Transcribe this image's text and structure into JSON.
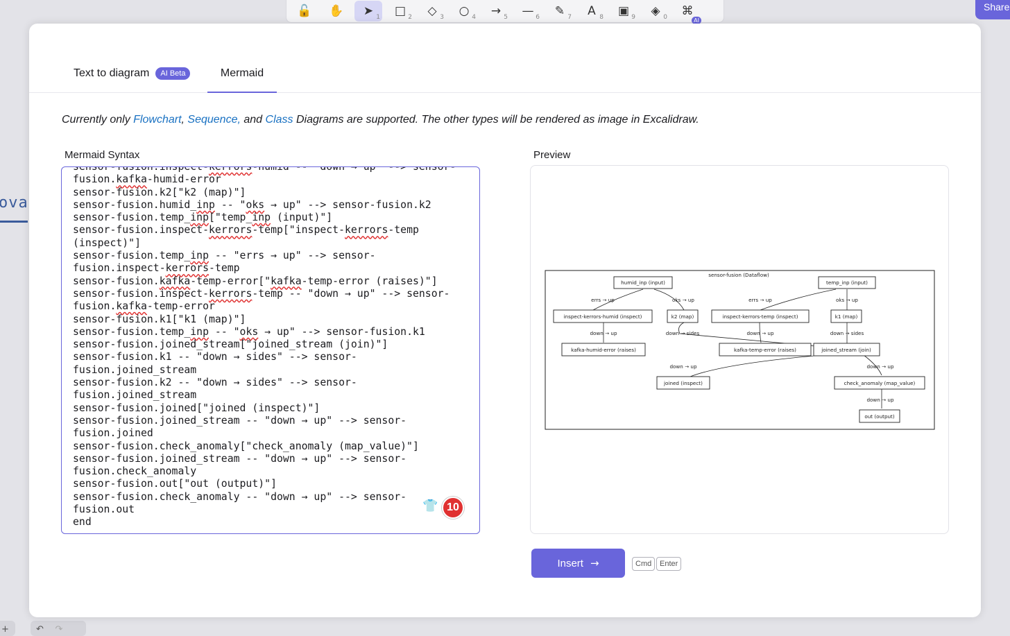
{
  "toolbar": {
    "tools": [
      {
        "name": "lock",
        "icon": "🔓",
        "key": ""
      },
      {
        "name": "hand",
        "icon": "✋",
        "key": ""
      },
      {
        "name": "selection",
        "icon": "➤",
        "key": "1"
      },
      {
        "name": "rectangle",
        "icon": "□",
        "key": "2"
      },
      {
        "name": "diamond",
        "icon": "◇",
        "key": "3"
      },
      {
        "name": "ellipse",
        "icon": "○",
        "key": "4"
      },
      {
        "name": "arrow",
        "icon": "→",
        "key": "5"
      },
      {
        "name": "line",
        "icon": "—",
        "key": "6"
      },
      {
        "name": "draw",
        "icon": "✎",
        "key": "7"
      },
      {
        "name": "text",
        "icon": "A",
        "key": "8"
      },
      {
        "name": "image",
        "icon": "▣",
        "key": "9"
      },
      {
        "name": "eraser",
        "icon": "◈",
        "key": "0"
      },
      {
        "name": "more",
        "icon": "⌘",
        "key": ""
      }
    ],
    "ai_badge": "AI",
    "share_label": "Share"
  },
  "canvas": {
    "text_fragment": "ovat"
  },
  "bottom": {
    "undo": "↶",
    "redo": "↷",
    "zoom": "+"
  },
  "modal": {
    "tab_text_to_diagram": "Text to diagram",
    "tab_ai_badge": "AI Beta",
    "tab_mermaid": "Mermaid",
    "notice": {
      "prefix": "Currently only ",
      "flowchart": "Flowchart",
      "sep1": ", ",
      "sequence": "Sequence,",
      "and": " and ",
      "class": "Class",
      "suffix": " Diagrams are supported. The other types will be rendered as image in Excalidraw."
    },
    "syntax_label": "Mermaid Syntax",
    "preview_label": "Preview",
    "insert_label": "Insert",
    "insert_arrow": "→",
    "kbd_cmd": "Cmd",
    "kbd_enter": "Enter",
    "badge_count": "10",
    "code_lines": [
      "sensor-fusion.inspect-kerrors-humid -- \"down → up\" --> sensor-",
      "fusion.kafka-humid-error",
      "sensor-fusion.k2[\"k2 (map)\"]",
      "sensor-fusion.humid_inp -- \"oks → up\" --> sensor-fusion.k2",
      "sensor-fusion.temp_inp[\"temp_inp (input)\"]",
      "sensor-fusion.inspect-kerrors-temp[\"inspect-kerrors-temp",
      "(inspect)\"]",
      "sensor-fusion.temp_inp -- \"errs → up\" --> sensor-",
      "fusion.inspect-kerrors-temp",
      "sensor-fusion.kafka-temp-error[\"kafka-temp-error (raises)\"]",
      "sensor-fusion.inspect-kerrors-temp -- \"down → up\" --> sensor-",
      "fusion.kafka-temp-error",
      "sensor-fusion.k1[\"k1 (map)\"]",
      "sensor-fusion.temp_inp -- \"oks → up\" --> sensor-fusion.k1",
      "sensor-fusion.joined_stream[\"joined_stream (join)\"]",
      "sensor-fusion.k1 -- \"down → sides\" --> sensor-",
      "fusion.joined_stream",
      "sensor-fusion.k2 -- \"down → sides\" --> sensor-",
      "fusion.joined_stream",
      "sensor-fusion.joined[\"joined (inspect)\"]",
      "sensor-fusion.joined_stream -- \"down → up\" --> sensor-",
      "fusion.joined",
      "sensor-fusion.check_anomaly[\"check_anomaly (map_value)\"]",
      "sensor-fusion.joined_stream -- \"down → up\" --> sensor-",
      "fusion.check_anomaly",
      "sensor-fusion.out[\"out (output)\"]",
      "sensor-fusion.check_anomaly -- \"down → up\" --> sensor-",
      "fusion.out",
      "end"
    ]
  },
  "diagram": {
    "title": "sensor-fusion (Dataflow)",
    "nodes": {
      "humid_inp": "humid_inp (input)",
      "temp_inp": "temp_inp (input)",
      "inspect_humid": "inspect-kerrors-humid (inspect)",
      "k2": "k2 (map)",
      "inspect_temp": "inspect-kerrors-temp (inspect)",
      "k1": "k1 (map)",
      "kafka_humid": "kafka-humid-error (raises)",
      "kafka_temp": "kafka-temp-error (raises)",
      "joined_stream": "joined_stream (join)",
      "joined": "joined (inspect)",
      "check_anomaly": "check_anomaly (map_value)",
      "out": "out (output)"
    },
    "edge_labels": {
      "errs_up_1": "errs → up",
      "oks_up_1": "oks → up",
      "errs_up_2": "errs → up",
      "oks_up_2": "oks → up",
      "down_up_1": "down → up",
      "down_sides_1": "down → sides",
      "down_up_2": "down → up",
      "down_sides_2": "down → sides",
      "down_up_3": "down → up",
      "down_up_4": "down → up",
      "down_up_5": "down → up"
    }
  }
}
